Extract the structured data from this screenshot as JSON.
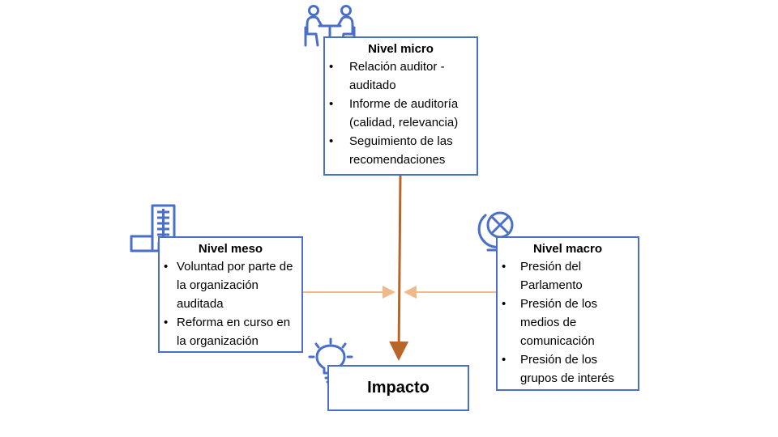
{
  "micro": {
    "title": "Nivel micro",
    "items": [
      "Relación auditor - auditado",
      "Informe de auditoría (calidad, relevancia)",
      "Seguimiento de las recomendaciones"
    ]
  },
  "meso": {
    "title": "Nivel meso",
    "items": [
      "Voluntad por parte de la organización auditada",
      "Reforma en curso en la organización"
    ]
  },
  "macro": {
    "title": "Nivel macro",
    "items": [
      "Presión del Parlamento",
      "Presión de los medios de comunicación",
      "Presión de los grupos de interés"
    ]
  },
  "impact": {
    "label": "Impacto"
  },
  "icons": {
    "micro": "meeting-icon",
    "meso": "building-icon",
    "macro": "globe-icon",
    "impact": "lightbulb-icon"
  },
  "colors": {
    "box_border": "#4a6fc9",
    "icon": "#4a6fc9",
    "main_arrow": "#b8652a",
    "side_arrow": "#f0b98c"
  }
}
